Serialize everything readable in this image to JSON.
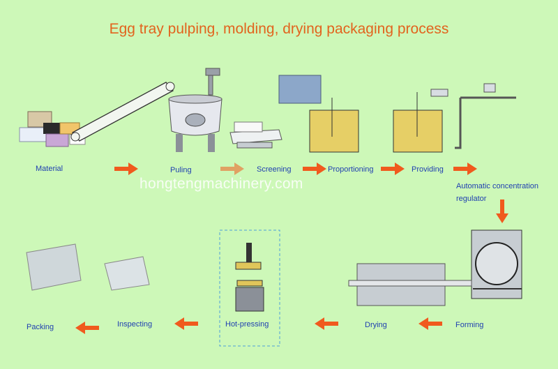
{
  "title": "Egg tray pulping, molding, drying packaging process",
  "watermark": "hongtengmachinery.com",
  "steps": {
    "material": "Material",
    "puling": "Puling",
    "screening": "Screening",
    "proportioning": "Proportioning",
    "providing": "Providing",
    "regulator_line1": "Automatic concentration",
    "regulator_line2": "regulator",
    "forming": "Forming",
    "drying": "Drying",
    "hot_pressing": "Hot-pressing",
    "inspecting": "Inspecting",
    "packing": "Packing"
  },
  "colors": {
    "background": "#cdf8b8",
    "title": "#e2641e",
    "label": "#1f3fb0",
    "arrow": "#f05a1e",
    "liquid": "#e6cf66"
  }
}
